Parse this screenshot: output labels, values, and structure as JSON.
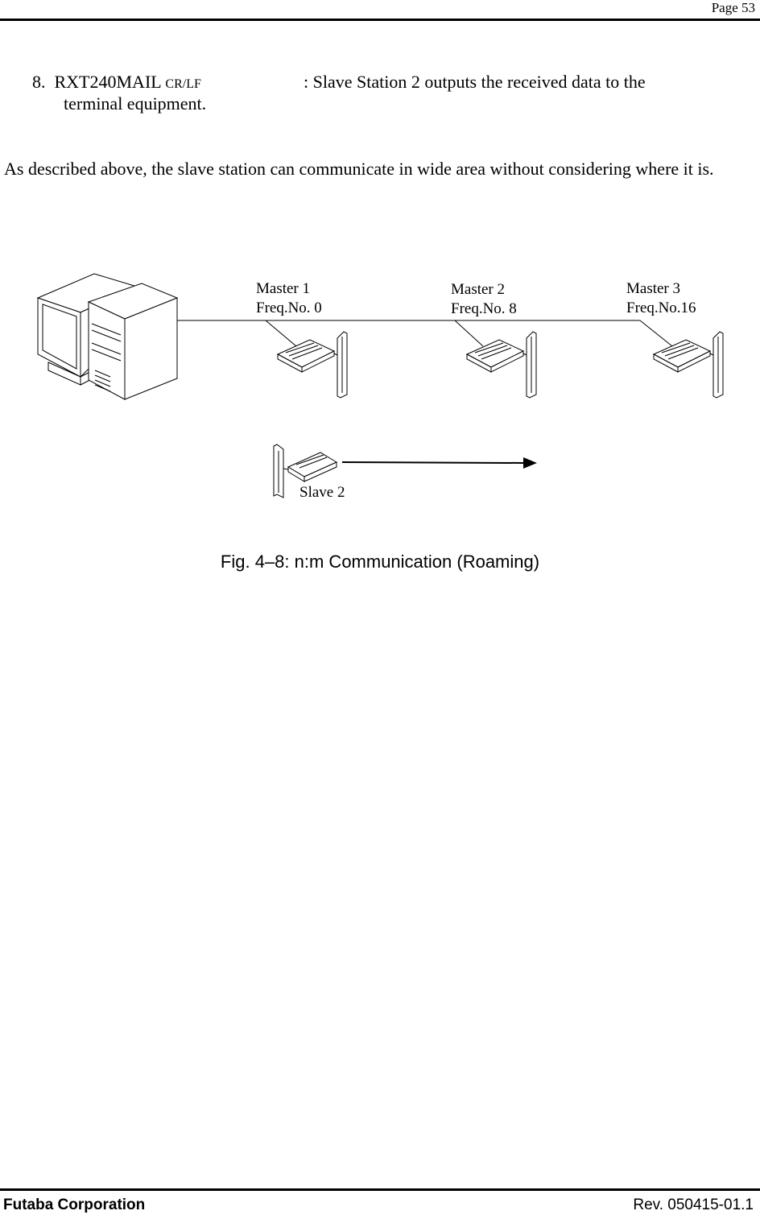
{
  "header": {
    "page_label": "Page  53"
  },
  "command": {
    "number": "8.",
    "code": "RXT240MAIL",
    "suffix": "CR/LF",
    "description_line1": ": Slave Station 2 outputs the received data to the",
    "description_line2": "terminal equipment."
  },
  "paragraph": "As described above, the slave station can communicate in wide area without considering where it is.",
  "figure": {
    "masters": [
      {
        "name": "Master 1",
        "freq": "Freq.No. 0"
      },
      {
        "name": "Master 2",
        "freq": "Freq.No. 8"
      },
      {
        "name": "Master 3",
        "freq": "Freq.No.16"
      }
    ],
    "slave": {
      "name": "Slave 2"
    },
    "caption": "Fig. 4–8:  n:m Communication (Roaming)"
  },
  "footer": {
    "company": "Futaba Corporation",
    "revision": "Rev. 050415-01.1"
  }
}
